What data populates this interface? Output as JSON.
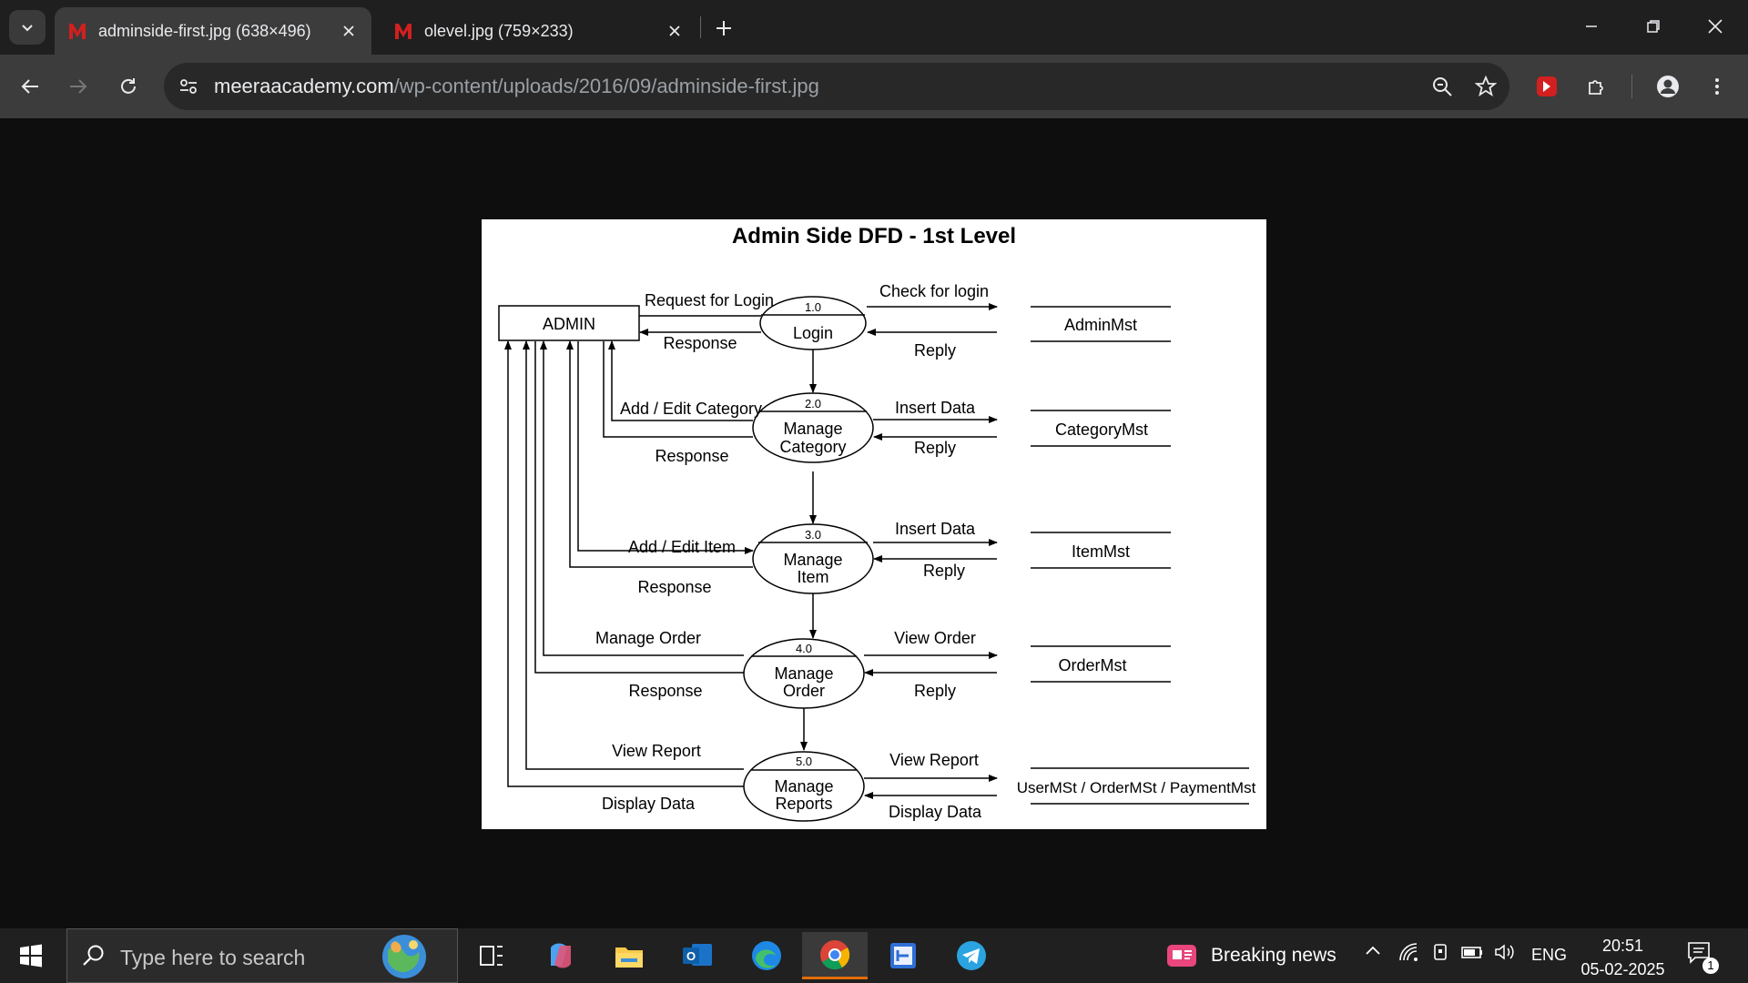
{
  "browser": {
    "tabs": [
      {
        "title": "adminside-first.jpg (638×496)",
        "active": true,
        "favicon": "meera-m-icon"
      },
      {
        "title": "olevel.jpg (759×233)",
        "active": false,
        "favicon": "meera-m-icon"
      }
    ],
    "url_host": "meeraacademy.com",
    "url_path": "/wp-content/uploads/2016/09/adminside-first.jpg"
  },
  "diagram": {
    "title": "Admin Side DFD - 1st Level",
    "entity": "ADMIN",
    "processes": [
      {
        "num": "1.0",
        "lines": [
          "Login"
        ]
      },
      {
        "num": "2.0",
        "lines": [
          "Manage",
          "Category"
        ]
      },
      {
        "num": "3.0",
        "lines": [
          "Manage",
          "Item"
        ]
      },
      {
        "num": "4.0",
        "lines": [
          "Manage",
          "Order"
        ]
      },
      {
        "num": "5.0",
        "lines": [
          "Manage",
          "Reports"
        ]
      }
    ],
    "stores": [
      "AdminMst",
      "CategoryMst",
      "ItemMst",
      "OrderMst",
      "UserMSt / OrderMSt / PaymentMst"
    ],
    "flows": {
      "request_for_login": "Request for Login",
      "response_login": "Response",
      "check_for_login": "Check for login",
      "reply_login": "Reply",
      "add_edit_category": "Add / Edit Category",
      "response_category": "Response",
      "insert_data_category": "Insert Data",
      "reply_category": "Reply",
      "add_edit_item": "Add / Edit Item",
      "response_item": "Response",
      "insert_data_item": "Insert Data",
      "reply_item": "Reply",
      "manage_order": "Manage Order",
      "response_order": "Response",
      "view_order": "View Order",
      "reply_order": "Reply",
      "view_report_admin": "View Report",
      "display_data_admin": "Display Data",
      "view_report_store": "View Report",
      "display_data_store": "Display Data"
    }
  },
  "taskbar": {
    "search_placeholder": "Type here to search",
    "news": "Breaking news",
    "language": "ENG",
    "time": "20:51",
    "date": "05-02-2025",
    "notification_count": "1"
  }
}
